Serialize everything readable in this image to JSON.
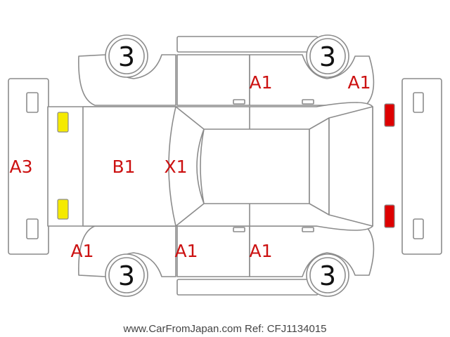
{
  "colors": {
    "outline": "#8c8c8c",
    "damage_code": "#cc1111",
    "front_lamp": "#f5ea00",
    "rear_lamp": "#dd0000"
  },
  "tires": {
    "front_left": "3",
    "rear_left": "3",
    "front_right": "3",
    "rear_right": "3"
  },
  "damage_codes": {
    "rear_bumper": "A3",
    "hood": "B1",
    "windshield": "X1",
    "right_rear_door": "A1",
    "right_rear_quarter": "A1",
    "left_front_fender": "A1",
    "left_front_door": "A1",
    "left_rear_door": "A1"
  },
  "footer": {
    "ref_text": "www.CarFromJapan.com Ref: CFJ1134015"
  }
}
